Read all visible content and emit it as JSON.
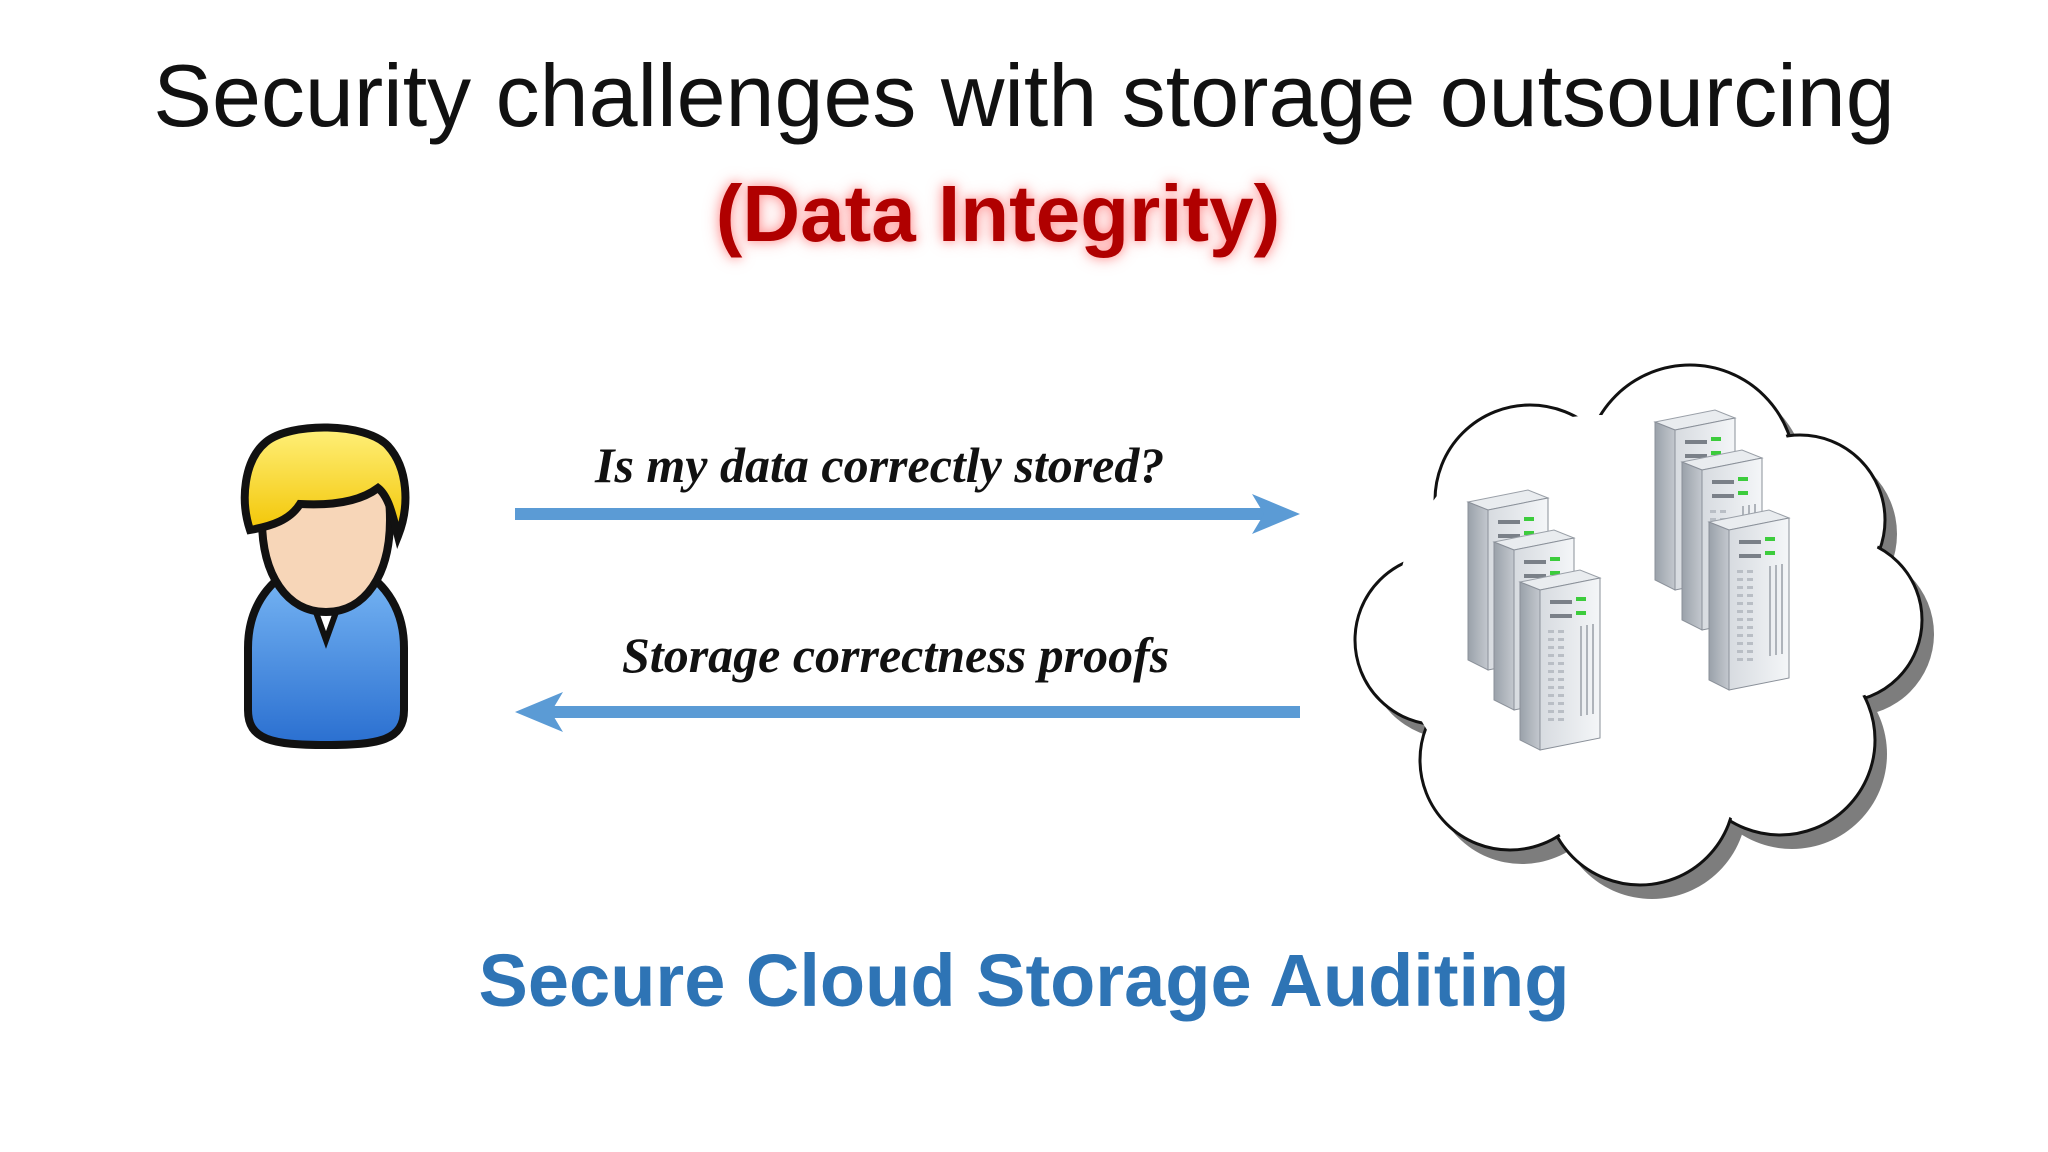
{
  "slide": {
    "title": "Security challenges with storage outsourcing",
    "subtitle": "(Data Integrity)",
    "footer": "Secure Cloud Storage Auditing"
  },
  "diagram": {
    "request_label": "Is my data correctly stored?",
    "response_label": "Storage correctness proofs",
    "nodes": {
      "user_icon": "person-icon",
      "cloud_icon": "cloud-server-icon"
    }
  },
  "colors": {
    "title": "#111111",
    "subtitle": "#b00000",
    "arrow": "#5b9bd5",
    "footer": "#2e74b5",
    "hair": "#f5d000",
    "shirt": "#3a86e0",
    "skin": "#f7d6b8"
  }
}
